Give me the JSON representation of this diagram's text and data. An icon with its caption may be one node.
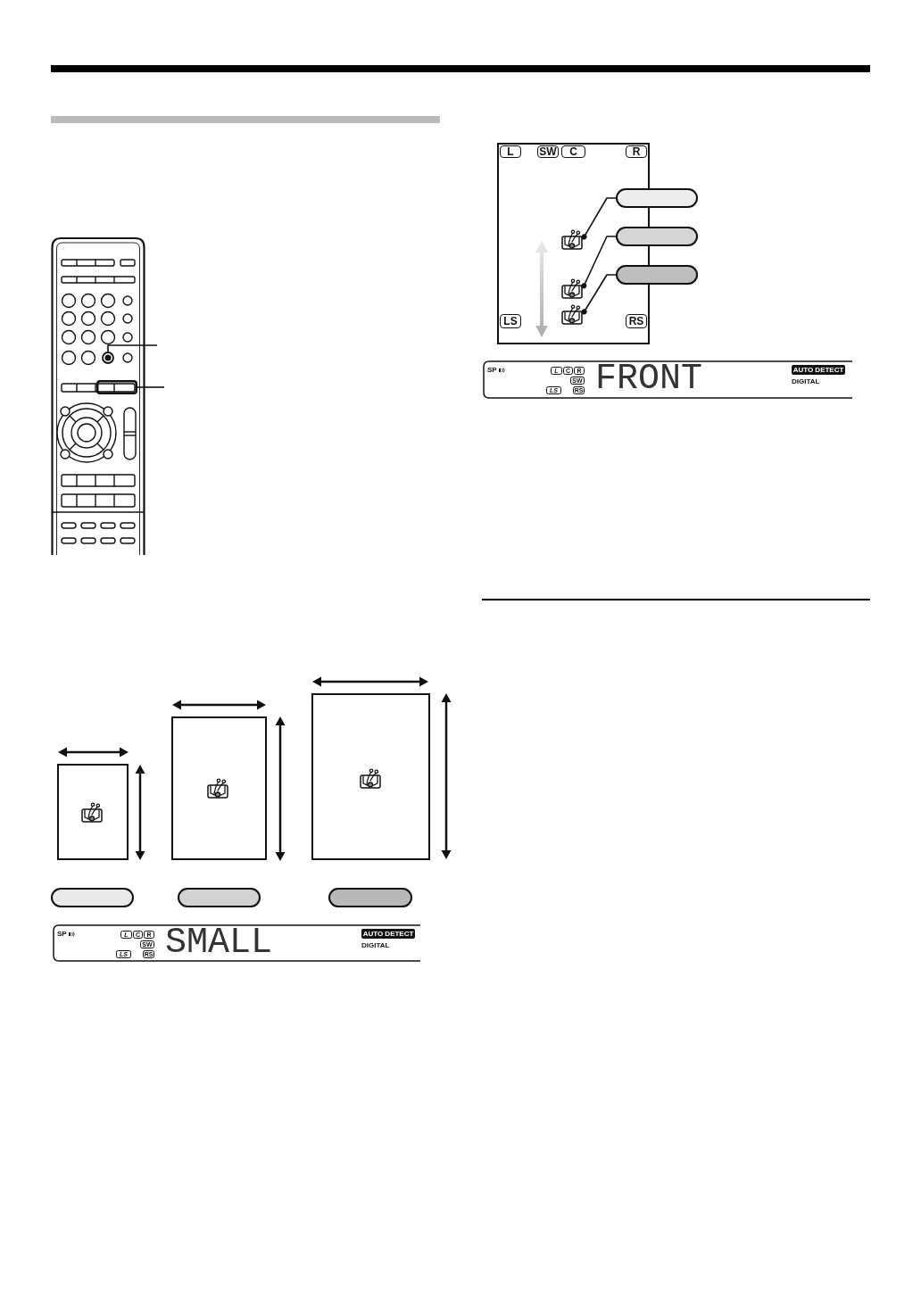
{
  "diagram": {
    "nodes": [
      {
        "text": [],
        "shape": "picture"
      },
      {
        "text": [],
        "shape": "circle",
        "in": 0
      },
      {
        "text": [],
        "shape": "box",
        "in": 0
      },
      {
        "text": [],
        "shape": "box"
      },
      {
        "text": [],
        "shape": "box"
      },
      {
        "text": [],
        "shape": "box"
      },
      {
        "text": [],
        "shape": "box"
      },
      {
        "text": [],
        "shape": "box"
      },
      {
        "text": [],
        "shape": "box"
      },
      {
        "text": [
          "SP",
          "SMALL",
          "DIGITAL"
        ]
      },
      {
        "text": [
          "L"
        ],
        "in": 9
      },
      {
        "text": [
          "C"
        ],
        "in": 9
      },
      {
        "text": [
          "R"
        ],
        "in": 9
      },
      {
        "text": [
          "SW"
        ],
        "in": 9
      },
      {
        "text": [
          "LS"
        ],
        "in": 9
      },
      {
        "text": [
          "RS"
        ],
        "in": 9
      },
      {
        "text": [
          "AUTO DETECT"
        ],
        "in": 9
      },
      {
        "text": [],
        "shape": "box"
      },
      {
        "text": [
          "L"
        ],
        "in": 17
      },
      {
        "text": [
          "SW"
        ],
        "in": 17
      },
      {
        "text": [
          "C"
        ],
        "in": 17
      },
      {
        "text": [
          "R"
        ],
        "in": 17
      },
      {
        "text": [],
        "shape": "box"
      },
      {
        "text": [],
        "shape": "box"
      },
      {
        "text": [],
        "shape": "box"
      },
      {
        "text": [],
        "shape": "picture",
        "in": 17
      },
      {
        "text": [],
        "shape": "picture",
        "in": 17
      },
      {
        "text": [],
        "shape": "picture",
        "in": 17
      },
      {
        "text": [
          "LS"
        ],
        "in": 17
      },
      {
        "text": [
          "RS"
        ],
        "in": 17
      },
      {
        "text": [
          "SP",
          "FRONT",
          "DIGITAL"
        ]
      },
      {
        "text": [
          "L"
        ],
        "in": 30
      },
      {
        "text": [
          "C"
        ],
        "in": 30
      },
      {
        "text": [
          "R"
        ],
        "in": 30
      },
      {
        "text": [
          "SW"
        ],
        "in": 30
      },
      {
        "text": [
          "LS"
        ],
        "in": 30
      },
      {
        "text": [
          "RS"
        ],
        "in": 30
      },
      {
        "text": [
          "AUTO DETECT"
        ],
        "in": 30
      }
    ],
    "edges": [
      {
        "from": null,
        "to": 1,
        "arrow": "none"
      },
      {
        "from": null,
        "to": 2,
        "arrow": "none"
      },
      {
        "from": 22,
        "to": 25,
        "arrow": "other"
      },
      {
        "from": 23,
        "to": 26,
        "arrow": "other"
      },
      {
        "from": 24,
        "to": 27,
        "arrow": "other"
      }
    ]
  }
}
